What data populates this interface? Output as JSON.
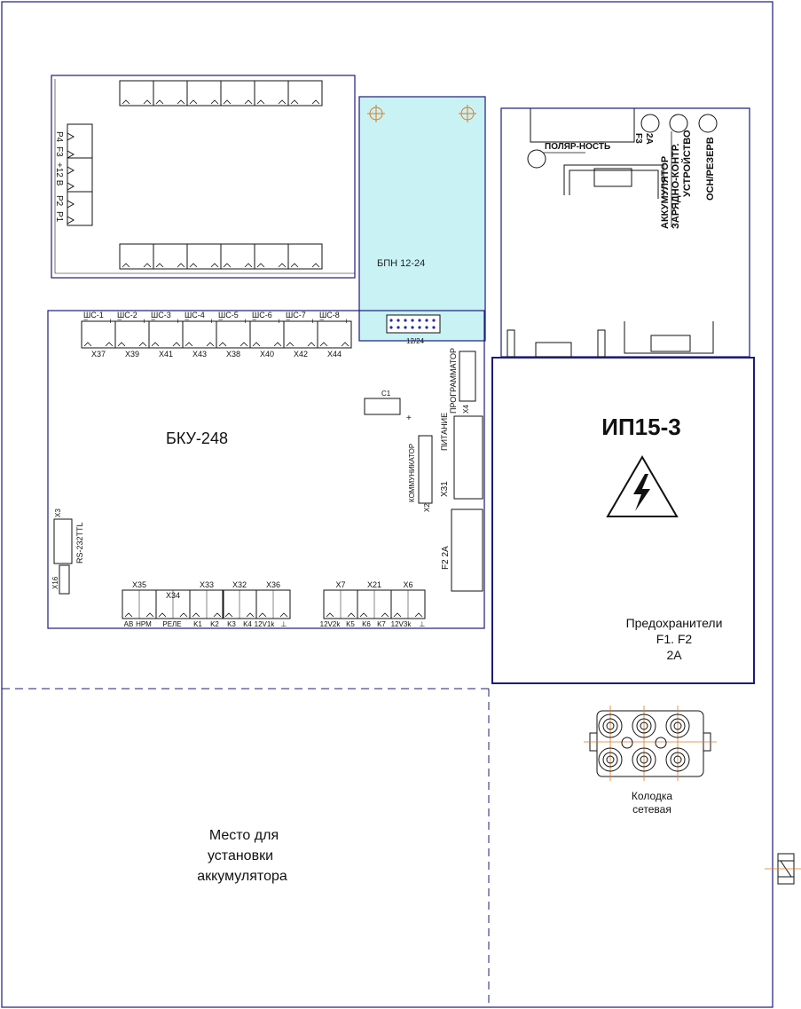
{
  "colors": {
    "frame": "#1c1c7a",
    "line": "#111111",
    "board_fill": "#c9f2f5",
    "accent": "#e07a1f",
    "pin": "#2a2a9a"
  },
  "icons": {
    "warning": "high-voltage-warning-icon"
  },
  "relay_module": {
    "left_labels": [
      "P4",
      "F3",
      "+12 В",
      "P2",
      "P1"
    ]
  },
  "bpn_module": {
    "label": "БПН 12-24",
    "connector_label": "12/24"
  },
  "power_top": {
    "polarity": "ПОЛЯР-НОСТЬ",
    "fuse_f3_line1": "F3",
    "fuse_f3_line2": "2A",
    "accumulator": "АККУМУЛЯТОР",
    "charger_line1": "ЗАРЯДНО-КОНТР.",
    "charger_line2": "УСТРОЙСТВО",
    "main_reserve": "ОСН/РЕЗЕРВ"
  },
  "bku": {
    "title": "БКУ-248",
    "zones": [
      "ШС-1",
      "ШС-2",
      "ШС-3",
      "ШС-4",
      "ШС-5",
      "ШС-6",
      "ШС-7",
      "ШС-8"
    ],
    "zone_connectors": [
      "X37",
      "X39",
      "X41",
      "X43",
      "X38",
      "X40",
      "X42",
      "X44"
    ],
    "c1": "C1",
    "plus": "+",
    "programmer": "ПРОГРАММАТОР",
    "x4": "X4",
    "power": "ПИТАНИЕ",
    "x31": "X31",
    "commutator": "КОММУНИКАТОР",
    "x2": "X2",
    "fuse_f2": "F2  2A",
    "x3": "X3",
    "rs232": "RS-232TTL",
    "x16": "X16",
    "bottom_left_connectors": [
      "X35",
      "X34",
      "X33",
      "X32",
      "X36"
    ],
    "bottom_left_pins": [
      "AB",
      "НРМ",
      "РЕЛЕ",
      "K1",
      "K2",
      "K3",
      "K4",
      "12V1k",
      "⊥"
    ],
    "bottom_right_connectors": [
      "X7",
      "X21",
      "X6"
    ],
    "bottom_right_pins": [
      "12V2k",
      "K5",
      "K6",
      "K7",
      "12V3k",
      "⊥"
    ]
  },
  "ip": {
    "title": "ИП15-3",
    "fuses_line1": "Предохранители",
    "fuses_line2": "F1. F2",
    "fuses_line3": "2A"
  },
  "terminal_block": {
    "line1": "Колодка",
    "line2": "сетевая"
  },
  "battery_area": {
    "line1": "Место для",
    "line2": "установки",
    "line3": "аккумулятора"
  }
}
